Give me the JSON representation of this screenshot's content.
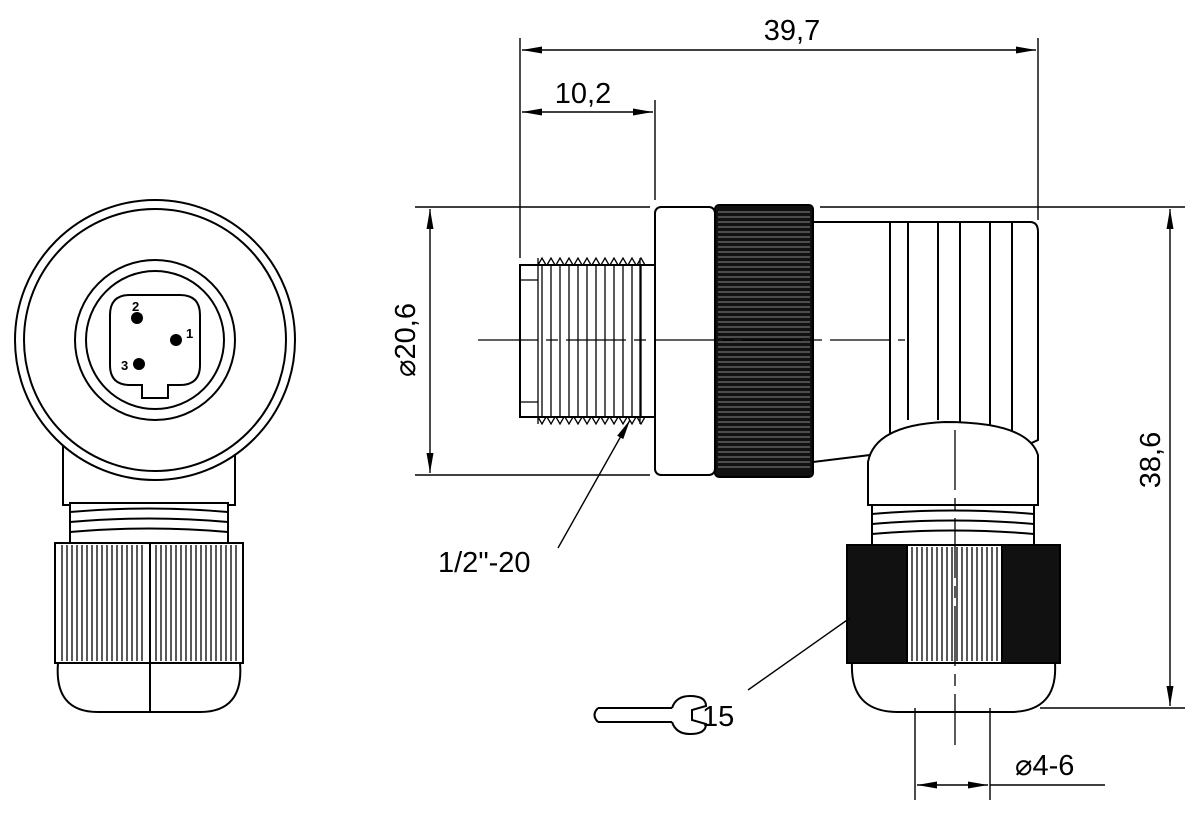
{
  "dimensions": {
    "overall_length": "39,7",
    "thread_length": "10,2",
    "diameter": "20,6",
    "overall_height": "38,6",
    "thread_spec": "1/2\"-20",
    "wrench_size": "15",
    "cable_range": "4-6"
  },
  "pins": {
    "pin1": "1",
    "pin2": "2",
    "pin3": "3"
  },
  "symbols": {
    "diameter": "⌀"
  }
}
